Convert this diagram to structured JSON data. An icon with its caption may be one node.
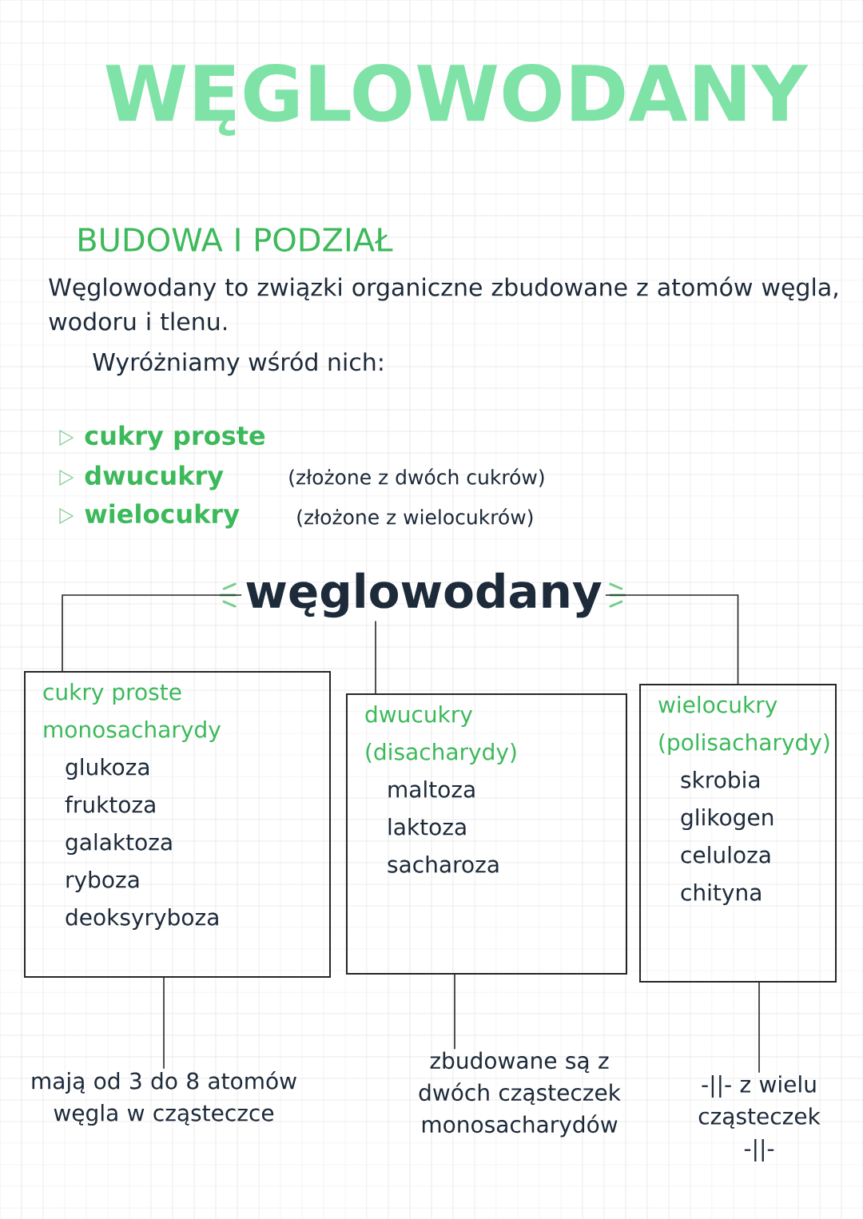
{
  "diagram": {
    "title": "WĘGLOWODANY",
    "nodes": [
      {
        "text": [
          "węglowodany"
        ]
      },
      {
        "text": [
          "cukry proste",
          "monosacharydy",
          "glukoza",
          "fruktoza",
          "galaktoza",
          "ryboza",
          "deoksyryboza"
        ]
      },
      {
        "text": [
          "dwucukry",
          "(disacharydy)",
          "maltoza",
          "laktoza",
          "sacharoza"
        ]
      },
      {
        "text": [
          "wielocukry",
          "(polisacharydy)",
          "skrobia",
          "glikogen",
          "celuloza",
          "chityna"
        ]
      },
      {
        "text": [
          "mają od 3 do 8 atomów węgla w cząsteczce"
        ]
      },
      {
        "text": [
          "zbudowane są z dwóch cząsteczek monosacharydów"
        ]
      },
      {
        "text": [
          "-||- z wielu cząsteczek -||-"
        ]
      }
    ],
    "edges": [
      {
        "from": 0,
        "to": 1,
        "arrow": "none"
      },
      {
        "from": 0,
        "to": 2,
        "arrow": "none"
      },
      {
        "from": 0,
        "to": 3,
        "arrow": "none"
      },
      {
        "from": 1,
        "to": 4,
        "arrow": "none"
      },
      {
        "from": 2,
        "to": 5,
        "arrow": "none"
      },
      {
        "from": 3,
        "to": 6,
        "arrow": "none"
      }
    ],
    "labels": [
      "BUDOWA I PODZIAŁ",
      "Węglowodany to związki organiczne zbudowane z atomów węgla, wodoru i tlenu.",
      "Wyróżniamy wśród nich:",
      "cukry proste",
      "dwucukry",
      "(złożone z dwóch cukrów)",
      "wielocukry",
      "(złożone z wielocukrów)"
    ]
  }
}
